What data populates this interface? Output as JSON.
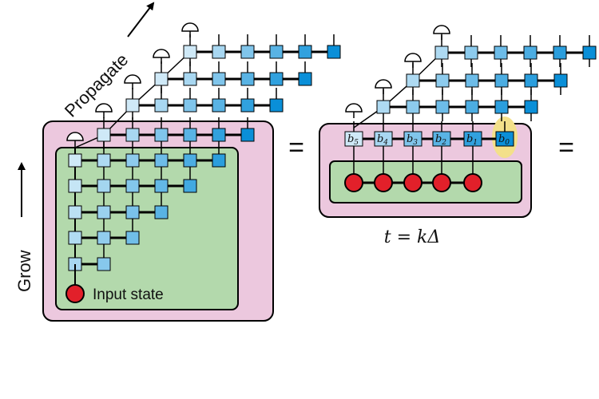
{
  "labels": {
    "propagate": "Propagate",
    "grow": "Grow",
    "input_state": "Input state",
    "time_relation": "t = kΔ",
    "equals": "="
  },
  "bond_labels": [
    {
      "base": "b",
      "sub": "5"
    },
    {
      "base": "b",
      "sub": "4"
    },
    {
      "base": "b",
      "sub": "3"
    },
    {
      "base": "b",
      "sub": "2"
    },
    {
      "base": "b",
      "sub": "1"
    },
    {
      "base": "b",
      "sub": "0"
    }
  ],
  "colors": {
    "pink_panel": "#ecc8de",
    "green_panel": "#b3d9ac",
    "node_light": "#cfe9f7",
    "node_dark": "#0a8fd8",
    "input_node": "#e2202a",
    "highlight": "#f3e08a",
    "line": "#000000"
  }
}
